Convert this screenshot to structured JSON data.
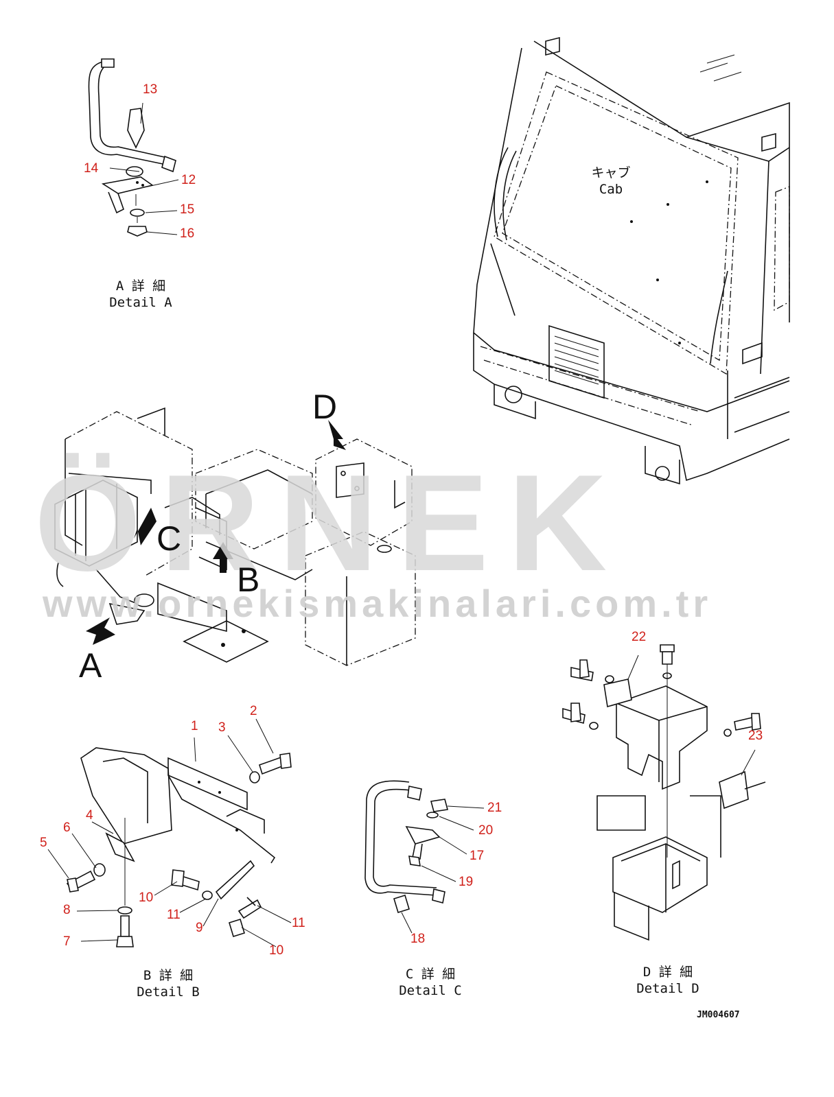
{
  "watermark": {
    "brand": "ÖRNEK",
    "url": "www.ornekismakinalari.com.tr"
  },
  "cab": {
    "label_jp": "キャブ",
    "label_en": "Cab"
  },
  "view_letters": {
    "a": "A",
    "b": "B",
    "c": "C",
    "d": "D"
  },
  "details": {
    "a": {
      "jp": "A 詳 細",
      "en": "Detail A"
    },
    "b": {
      "jp": "B 詳 細",
      "en": "Detail B"
    },
    "c": {
      "jp": "C 詳 細",
      "en": "Detail C"
    },
    "d": {
      "jp": "D 詳 細",
      "en": "Detail D"
    }
  },
  "callouts": {
    "c1": "1",
    "c2": "2",
    "c3": "3",
    "c4": "4",
    "c5": "5",
    "c6": "6",
    "c7": "7",
    "c8": "8",
    "c9": "9",
    "c10a": "10",
    "c10b": "10",
    "c11a": "11",
    "c11b": "11",
    "c12": "12",
    "c13": "13",
    "c14": "14",
    "c15": "15",
    "c16": "16",
    "c17": "17",
    "c18": "18",
    "c19": "19",
    "c20": "20",
    "c21": "21",
    "c22": "22",
    "c23": "23"
  },
  "drawing_code": "JM004607",
  "colors": {
    "callout": "#d0201a",
    "line": "#111111",
    "watermark": "#d9d9d9",
    "watermark_accent": "#f3e4b0"
  }
}
